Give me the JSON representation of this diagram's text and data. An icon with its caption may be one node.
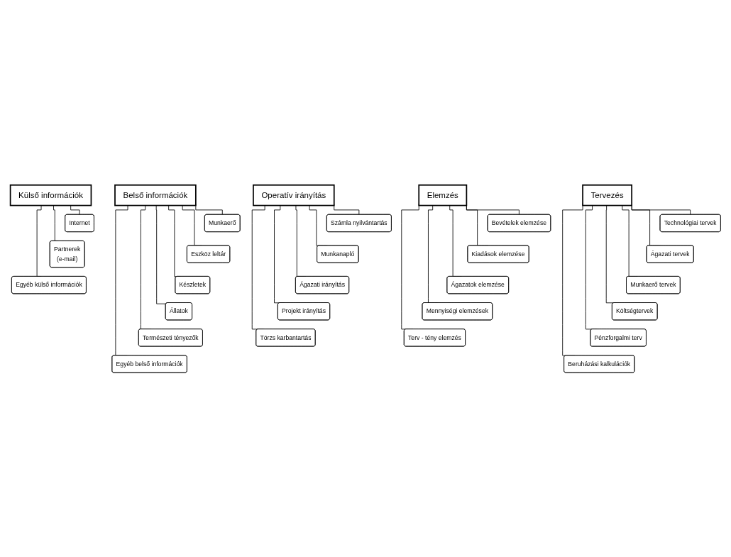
{
  "diagram": {
    "nodes": [
      {
        "text": [
          "Külső információk"
        ]
      },
      {
        "text": [
          "Internet"
        ]
      },
      {
        "text": [
          "Partnerek",
          "(e-mail)"
        ]
      },
      {
        "text": [
          "Egyéb külső információk"
        ]
      },
      {
        "text": [
          "Belső információk"
        ]
      },
      {
        "text": [
          "Munkaerő"
        ]
      },
      {
        "text": [
          "Eszköz leltár"
        ]
      },
      {
        "text": [
          "Készletek"
        ]
      },
      {
        "text": [
          "Állatok"
        ]
      },
      {
        "text": [
          "Természeti tényezők"
        ]
      },
      {
        "text": [
          "Egyéb belső információk"
        ]
      },
      {
        "text": [
          "Tervezés"
        ]
      },
      {
        "text": [
          "Technológiai tervek"
        ]
      },
      {
        "text": [
          "Ágazati tervek"
        ]
      },
      {
        "text": [
          "Munkaerő tervek"
        ]
      },
      {
        "text": [
          "Költségtervek"
        ]
      },
      {
        "text": [
          "Pénzforgalmi terv"
        ]
      },
      {
        "text": [
          "Beruházási kalkulációk"
        ]
      },
      {
        "text": [
          "Operatív irányítás"
        ]
      },
      {
        "text": [
          "Számla nyilvántartás"
        ]
      },
      {
        "text": [
          "Munkanapló"
        ]
      },
      {
        "text": [
          "Ágazati irányítás"
        ]
      },
      {
        "text": [
          "Projekt irányítás"
        ]
      },
      {
        "text": [
          "Törzs karbantartás"
        ]
      },
      {
        "text": [
          "Elemzés"
        ]
      },
      {
        "text": [
          "Bevételek elemzése"
        ]
      },
      {
        "text": [
          "Kiadások elemzése"
        ]
      },
      {
        "text": [
          "Ágazatok elemzése"
        ]
      },
      {
        "text": [
          "Mennyiségi elemzések"
        ]
      },
      {
        "text": [
          "Terv - tény elemzés"
        ]
      }
    ],
    "edges": [
      {
        "from": 0,
        "to": 1,
        "arrow": "none"
      },
      {
        "from": 0,
        "to": 2,
        "arrow": "none"
      },
      {
        "from": 0,
        "to": 3,
        "arrow": "none"
      },
      {
        "from": 4,
        "to": 5,
        "arrow": "none"
      },
      {
        "from": 4,
        "to": 6,
        "arrow": "none"
      },
      {
        "from": 4,
        "to": 7,
        "arrow": "none"
      },
      {
        "from": 4,
        "to": 8,
        "arrow": "none"
      },
      {
        "from": 4,
        "to": 9,
        "arrow": "none"
      },
      {
        "from": 4,
        "to": 10,
        "arrow": "none"
      },
      {
        "from": 11,
        "to": 12,
        "arrow": "none"
      },
      {
        "from": 11,
        "to": 13,
        "arrow": "none"
      },
      {
        "from": 11,
        "to": 14,
        "arrow": "none"
      },
      {
        "from": 11,
        "to": 15,
        "arrow": "none"
      },
      {
        "from": 11,
        "to": 16,
        "arrow": "none"
      },
      {
        "from": 11,
        "to": 17,
        "arrow": "none"
      },
      {
        "from": 18,
        "to": 19,
        "arrow": "none"
      },
      {
        "from": 18,
        "to": 20,
        "arrow": "none"
      },
      {
        "from": 18,
        "to": 21,
        "arrow": "none"
      },
      {
        "from": 18,
        "to": 22,
        "arrow": "none"
      },
      {
        "from": 18,
        "to": 23,
        "arrow": "none"
      },
      {
        "from": 24,
        "to": 25,
        "arrow": "none"
      },
      {
        "from": 24,
        "to": 26,
        "arrow": "none"
      },
      {
        "from": 24,
        "to": 27,
        "arrow": "none"
      },
      {
        "from": 24,
        "to": 28,
        "arrow": "none"
      },
      {
        "from": 24,
        "to": 29,
        "arrow": "none"
      }
    ]
  }
}
